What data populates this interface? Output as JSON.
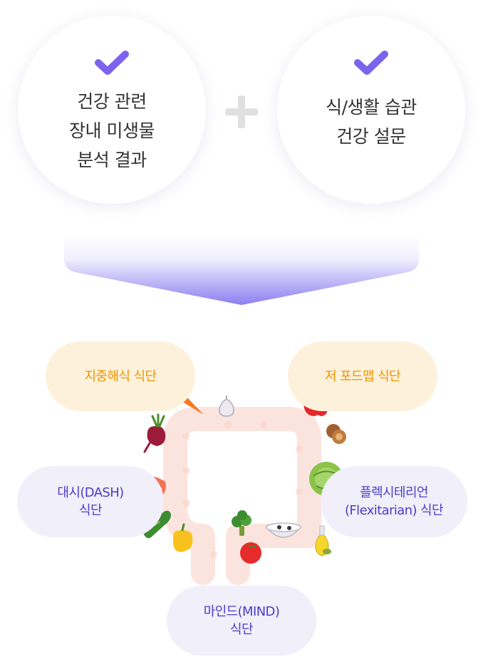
{
  "inputs": [
    {
      "text": "건강 관련\n장내 미생물\n분석 결과"
    },
    {
      "text": "식/생활 습관\n건강 설문"
    }
  ],
  "diets": [
    {
      "label": "지중해식 식단",
      "tone": "orange"
    },
    {
      "label": "저 포드맵 식단",
      "tone": "orange"
    },
    {
      "label": "대시(DASH)\n식단",
      "tone": "purple"
    },
    {
      "label": "플렉시테리언\n(Flexitarian) 식단",
      "tone": "purple"
    },
    {
      "label": "마인드(MIND)\n식단",
      "tone": "purple"
    }
  ],
  "colors": {
    "check": "#7b63ee",
    "orange_text": "#ef9400",
    "orange_bg": "#fdf1db",
    "purple_text": "#4d3bc6",
    "purple_bg": "#f0effa",
    "intestine": "#fbe4dd"
  },
  "icons": [
    "check-icon",
    "plus-icon",
    "funnel-arrow",
    "intestine-illustration",
    "carrot-icon",
    "garlic-icon",
    "beet-icon",
    "apple-icon",
    "walnut-icon",
    "salmon-icon",
    "cucumber-icon",
    "pepper-icon",
    "cabbage-icon",
    "broccoli-icon",
    "tomato-icon",
    "yogurt-icon",
    "olive-oil-icon"
  ]
}
